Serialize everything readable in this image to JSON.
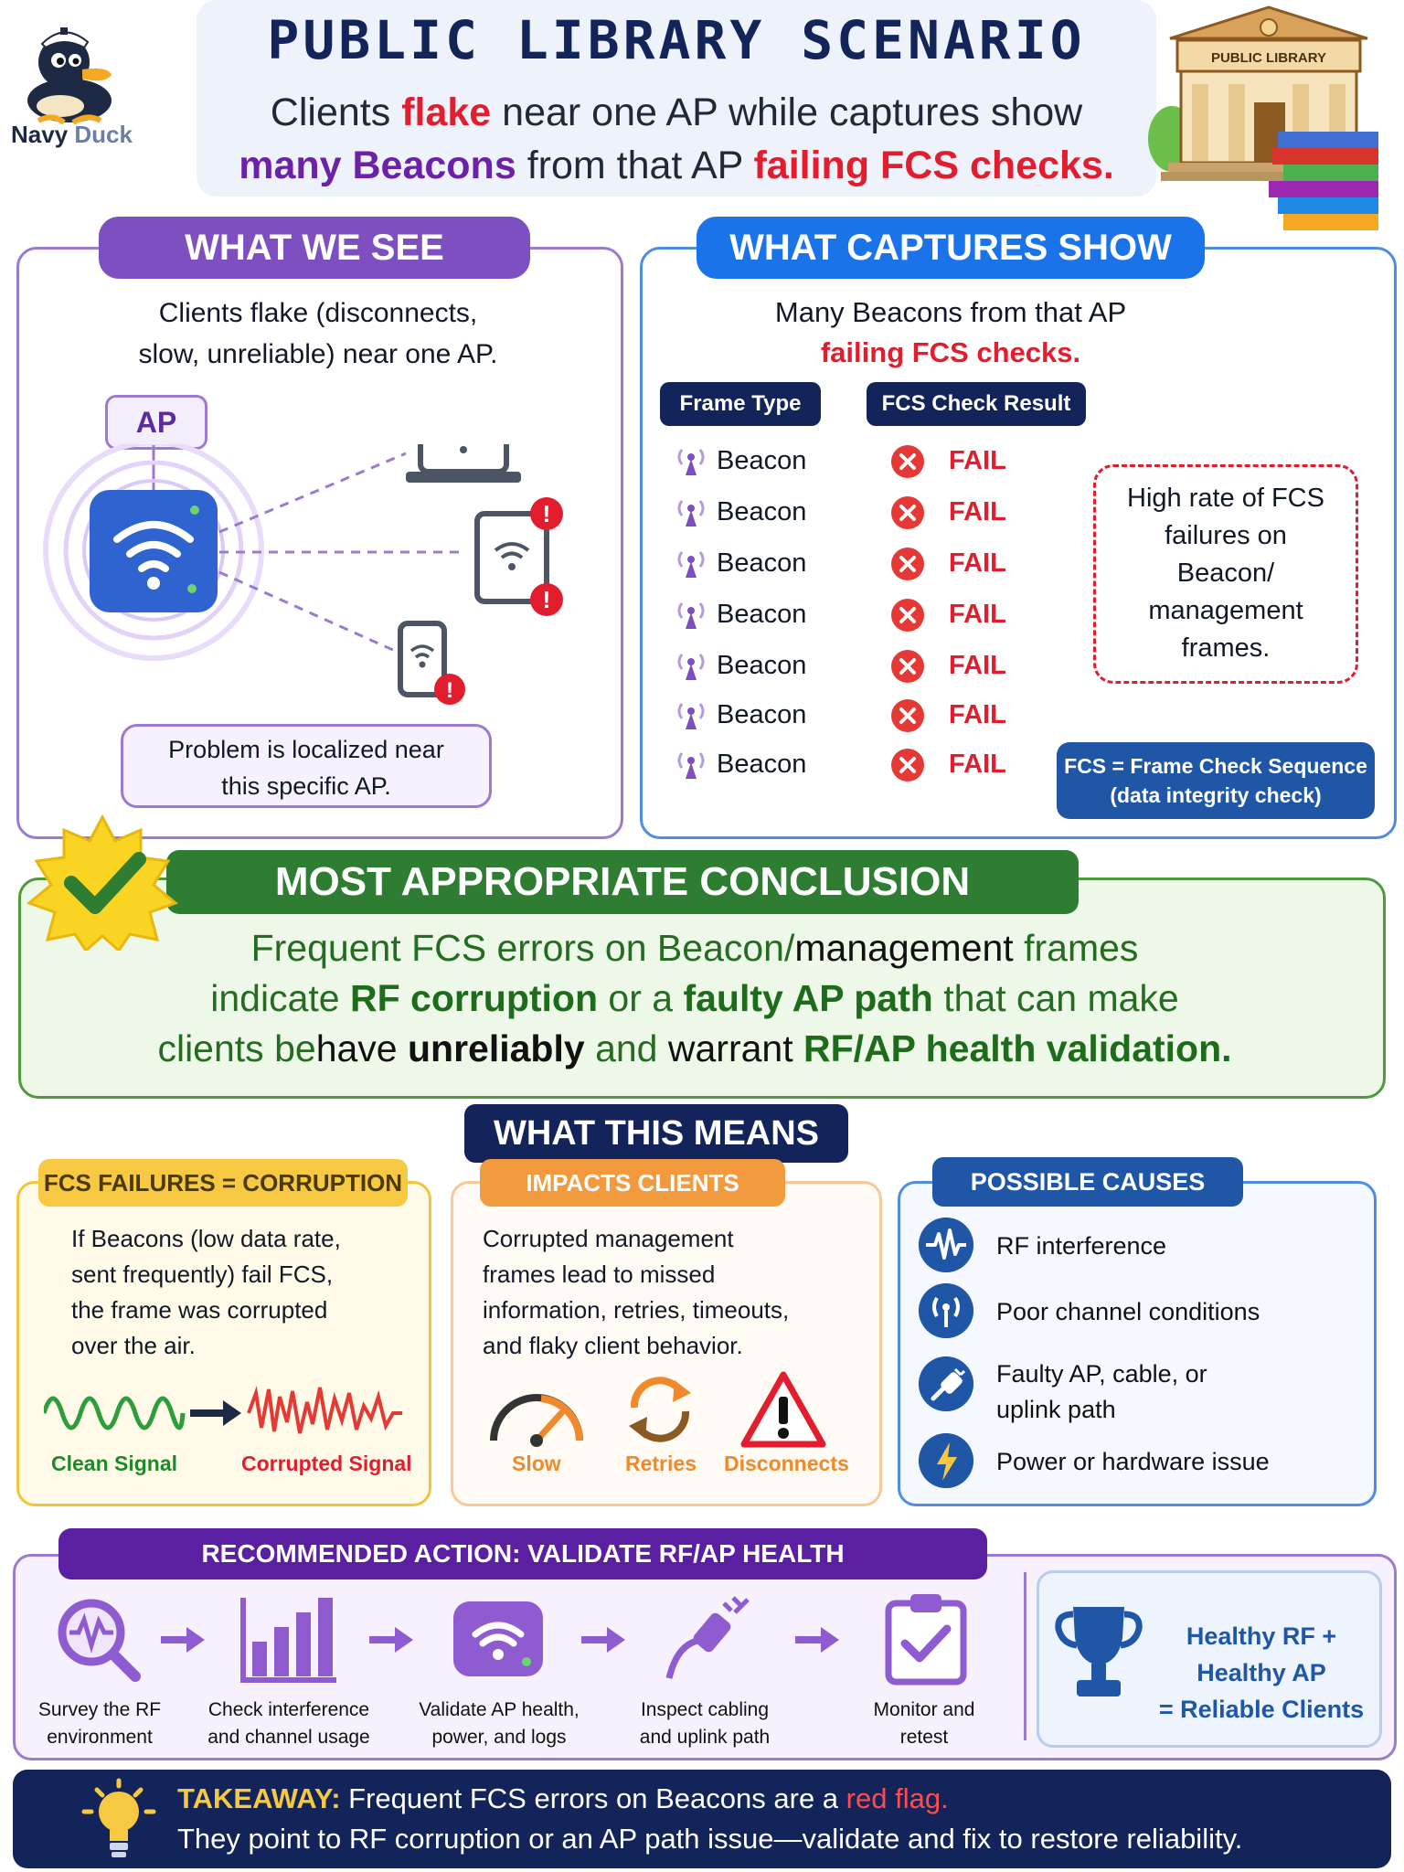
{
  "header": {
    "title": "PUBLIC LIBRARY SCENARIO",
    "subtitle_1a": "Clients ",
    "subtitle_1b": "flake",
    "subtitle_1c": " near one AP while captures show",
    "subtitle_2a": "many Beacons",
    "subtitle_2b": " from that AP ",
    "subtitle_2c": "failing FCS checks.",
    "brand_navy": "Navy",
    "brand_duck": "Duck",
    "library_sign": "PUBLIC LIBRARY"
  },
  "see": {
    "heading": "WHAT WE SEE",
    "desc_1": "Clients flake (disconnects,",
    "desc_2": "slow, unreliable) near one AP.",
    "ap_label": "AP",
    "note_1": "Problem is localized near",
    "note_2": "this specific AP."
  },
  "captures": {
    "heading": "WHAT CAPTURES SHOW",
    "desc_1": "Many Beacons from that AP",
    "desc_2": "failing FCS checks.",
    "col_frame": "Frame Type",
    "col_result": "FCS Check Result",
    "rows": [
      {
        "type": "Beacon",
        "result": "FAIL"
      },
      {
        "type": "Beacon",
        "result": "FAIL"
      },
      {
        "type": "Beacon",
        "result": "FAIL"
      },
      {
        "type": "Beacon",
        "result": "FAIL"
      },
      {
        "type": "Beacon",
        "result": "FAIL"
      },
      {
        "type": "Beacon",
        "result": "FAIL"
      },
      {
        "type": "Beacon",
        "result": "FAIL"
      }
    ],
    "callout_1": "High rate of FCS",
    "callout_2": "failures on",
    "callout_3": "Beacon/",
    "callout_4": "management",
    "callout_5": "frames.",
    "def_1": "FCS = Frame Check Sequence",
    "def_2": "(data integrity check)"
  },
  "conclusion": {
    "heading": "MOST APPROPRIATE CONCLUSION",
    "l1a": "Frequent FCS errors on Beacon/",
    "l1b": "management",
    "l1c": " frames",
    "l2a": "indicate ",
    "l2b": "RF corruption",
    "l2c": " or a ",
    "l2d": "faulty AP path",
    "l2e": " that can make",
    "l3a": "clients be",
    "l3b": "have ",
    "l3c": "unreliably",
    "l3d": " and ",
    "l3e": "warrant",
    "l3f": " RF/AP health validation."
  },
  "means": {
    "heading": "WHAT THIS MEANS",
    "fcs": {
      "tag": "FCS FAILURES = CORRUPTION",
      "l1": "If Beacons (low data rate,",
      "l2": "sent frequently) fail FCS,",
      "l3": "the frame was corrupted",
      "l4": "over the air.",
      "clean": "Clean Signal",
      "corrupted": "Corrupted Signal"
    },
    "impacts": {
      "tag": "IMPACTS CLIENTS",
      "l1": "Corrupted management",
      "l2": "frames lead to missed",
      "l3": "information, retries, timeouts,",
      "l4": "and flaky client behavior.",
      "slow": "Slow",
      "retries": "Retries",
      "disconnects": "Disconnects"
    },
    "causes": {
      "tag": "POSSIBLE CAUSES",
      "c1": "RF interference",
      "c2": "Poor channel conditions",
      "c3a": "Faulty AP, cable, or",
      "c3b": "uplink path",
      "c4": "Power or hardware issue"
    }
  },
  "action": {
    "heading": "RECOMMENDED ACTION: VALIDATE RF/AP HEALTH",
    "s1a": "Survey the RF",
    "s1b": "environment",
    "s2a": "Check interference",
    "s2b": "and channel usage",
    "s3a": "Validate AP health,",
    "s3b": "power, and logs",
    "s4a": "Inspect cabling",
    "s4b": "and uplink path",
    "s5a": "Monitor and",
    "s5b": "retest",
    "trophy_1": "Healthy RF + Healthy AP",
    "trophy_2": "= Reliable Clients"
  },
  "takeaway": {
    "key": "TAKEAWAY:",
    "l1a": " Frequent FCS errors on Beacons are a ",
    "l1b": "red flag.",
    "l2": "They point to RF corruption or an AP path issue—validate and fix to restore reliability."
  },
  "colors": {
    "navy": "#12245a",
    "purple": "#7d4fc0",
    "blue": "#1a73e8",
    "green": "#2e7d32",
    "red": "#e11d2e",
    "yellow": "#f7c842",
    "orange": "#f19a3e"
  },
  "icons": [
    "duck-mascot",
    "library-building",
    "wifi-router",
    "laptop",
    "tablet",
    "phone",
    "alert",
    "antenna",
    "x-circle",
    "check-badge",
    "waveform",
    "gauge",
    "refresh",
    "warning-triangle",
    "plug",
    "lightning",
    "magnifier",
    "bar-chart",
    "clipboard-check",
    "trophy",
    "lightbulb"
  ]
}
